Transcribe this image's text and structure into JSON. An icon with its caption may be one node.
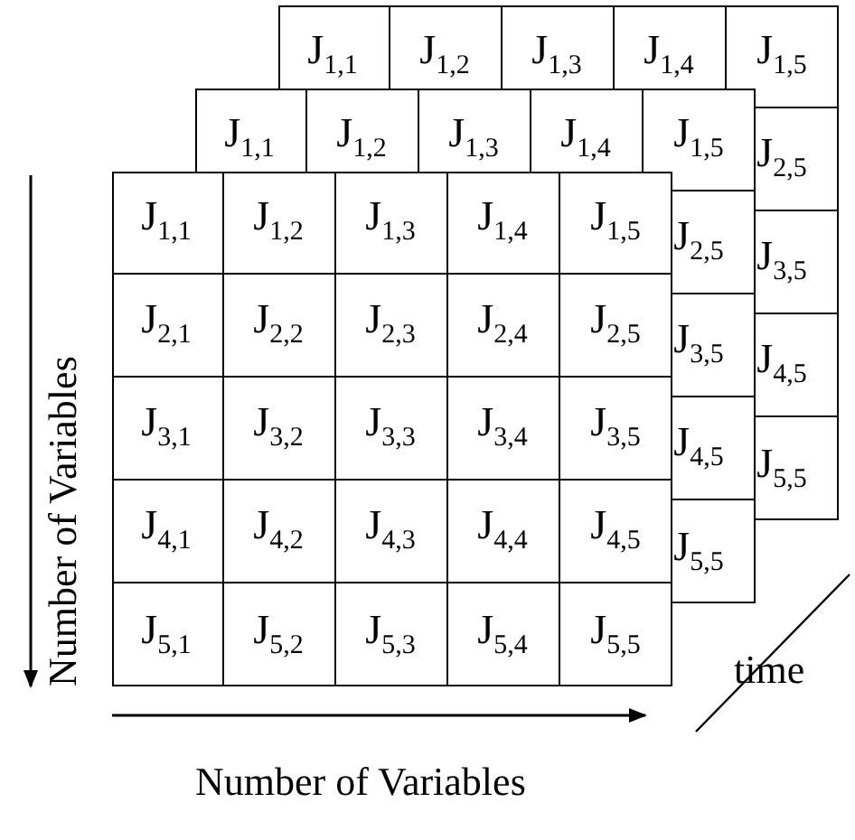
{
  "diagram": {
    "labels": [
      "J$_{1,1}$",
      "J$_{1,2}$",
      "J$_{1,3}$",
      "J$_{1,4}$",
      "J$_{1,5}$",
      "J$_{2,5}$",
      "J$_{3,5}$",
      "J$_{4,5}$",
      "J$_{5,5}$",
      "J$_{1,1}$",
      "J$_{1,2}$",
      "J$_{1,3}$",
      "J$_{1,4}$",
      "J$_{1,5}$",
      "J$_{2,5}$",
      "J$_{3,5}$",
      "J$_{4,5}$",
      "J$_{5,5}$",
      "J$_{1,1}$",
      "J$_{1,2}$",
      "J$_{1,3}$",
      "J$_{1,4}$",
      "J$_{1,5}$",
      "J$_{2,1}$",
      "J$_{2,2}$",
      "J$_{2,3}$",
      "J$_{2,4}$",
      "J$_{2,5}$",
      "J$_{3,1}$",
      "J$_{3,2}$",
      "J$_{3,3}$",
      "J$_{3,4}$",
      "J$_{3,5}$",
      "J$_{4,1}$",
      "J$_{4,2}$",
      "J$_{4,3}$",
      "J$_{4,4}$",
      "J$_{4,5}$",
      "J$_{5,1}$",
      "J$_{5,2}$",
      "J$_{5,3}$",
      "J$_{5,4}$",
      "J$_{5,5}$",
      "Number of Variables",
      "Number of Variables",
      "time"
    ]
  }
}
